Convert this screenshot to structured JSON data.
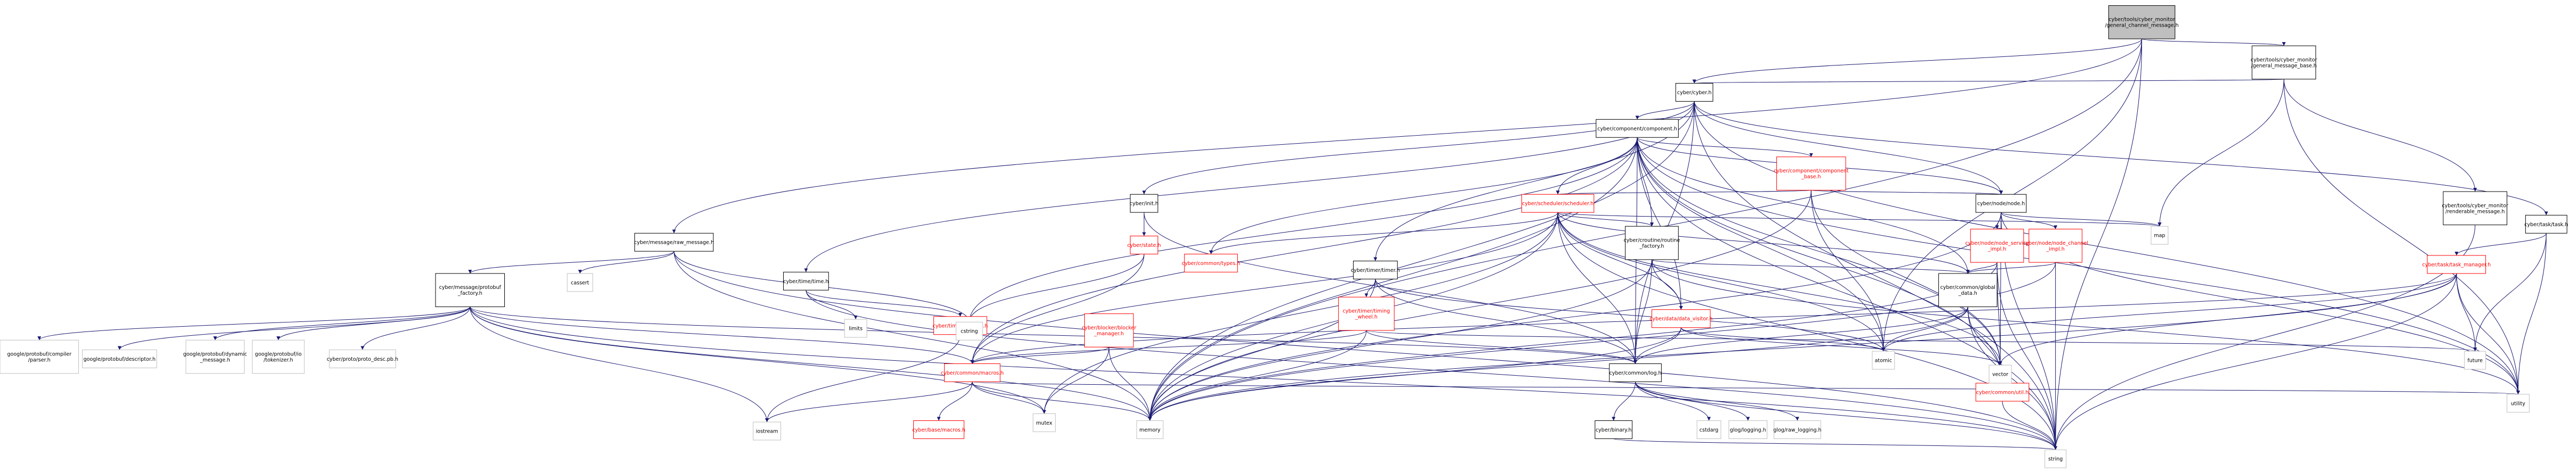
{
  "colors": {
    "edge": "#191970",
    "root_fill": "#bfbfbf",
    "node_fill": "#ffffff",
    "node_border": "#000000",
    "missing_border": "#bfbfbf",
    "red_border": "#ff0000",
    "red_text": "#ff0000"
  },
  "nodes": [
    {
      "id": "root",
      "lines": [
        "cyber/tools/cyber_monitor",
        "/general_channel_message.h"
      ],
      "style": "root"
    },
    {
      "id": "cyber_h",
      "lines": [
        "cyber/cyber.h"
      ],
      "style": "normal"
    },
    {
      "id": "gmb",
      "lines": [
        "cyber/tools/cyber_monitor",
        "/general_message_base.h"
      ],
      "style": "normal"
    },
    {
      "id": "renderable",
      "lines": [
        "cyber/tools/cyber_monitor",
        "/renderable_message.h"
      ],
      "style": "normal"
    },
    {
      "id": "component",
      "lines": [
        "cyber/component/component.h"
      ],
      "style": "normal"
    },
    {
      "id": "comp_base",
      "lines": [
        "cyber/component/component",
        "_base.h"
      ],
      "style": "red"
    },
    {
      "id": "node_h",
      "lines": [
        "cyber/node/node.h"
      ],
      "style": "normal"
    },
    {
      "id": "task_h",
      "lines": [
        "cyber/task/task.h"
      ],
      "style": "normal"
    },
    {
      "id": "task_mgr",
      "lines": [
        "cyber/task/task_manager.h"
      ],
      "style": "red"
    },
    {
      "id": "init_h",
      "lines": [
        "cyber/init.h"
      ],
      "style": "normal"
    },
    {
      "id": "state_h",
      "lines": [
        "cyber/state.h"
      ],
      "style": "red"
    },
    {
      "id": "sched",
      "lines": [
        "cyber/scheduler/scheduler.h"
      ],
      "style": "red"
    },
    {
      "id": "types_h",
      "lines": [
        "cyber/common/types.h"
      ],
      "style": "red"
    },
    {
      "id": "routine",
      "lines": [
        "cyber/croutine/routine",
        "_factory.h"
      ],
      "style": "normal"
    },
    {
      "id": "timer_h",
      "lines": [
        "cyber/timer/timer.h"
      ],
      "style": "normal"
    },
    {
      "id": "timing_wheel",
      "lines": [
        "cyber/timer/timing",
        "_wheel.h"
      ],
      "style": "red"
    },
    {
      "id": "node_service",
      "lines": [
        "cyber/node/node_service",
        "_impl.h"
      ],
      "style": "red"
    },
    {
      "id": "node_channel",
      "lines": [
        "cyber/node/node_channel",
        "_impl.h"
      ],
      "style": "red"
    },
    {
      "id": "global_data",
      "lines": [
        "cyber/common/global",
        "_data.h"
      ],
      "style": "normal"
    },
    {
      "id": "data_visitor",
      "lines": [
        "cyber/data/data_visitor.h"
      ],
      "style": "red"
    },
    {
      "id": "raw_message",
      "lines": [
        "cyber/message/raw_message.h"
      ],
      "style": "normal"
    },
    {
      "id": "protobuf_factory",
      "lines": [
        "cyber/message/protobuf",
        "_factory.h"
      ],
      "style": "normal"
    },
    {
      "id": "time_h",
      "lines": [
        "cyber/time/time.h"
      ],
      "style": "normal"
    },
    {
      "id": "duration_h",
      "lines": [
        "cyber/time/duration.h"
      ],
      "style": "red"
    },
    {
      "id": "blocker",
      "lines": [
        "cyber/blocker/blocker",
        "_manager.h"
      ],
      "style": "red"
    },
    {
      "id": "macros",
      "lines": [
        "cyber/common/macros.h"
      ],
      "style": "red"
    },
    {
      "id": "base_macros",
      "lines": [
        "cyber/base/macros.h"
      ],
      "style": "red"
    },
    {
      "id": "log_h",
      "lines": [
        "cyber/common/log.h"
      ],
      "style": "normal"
    },
    {
      "id": "binary_h",
      "lines": [
        "cyber/binary.h"
      ],
      "style": "normal"
    },
    {
      "id": "util_h",
      "lines": [
        "cyber/common/util.h"
      ],
      "style": "red"
    },
    {
      "id": "compiler_parser",
      "lines": [
        "google/protobuf/compiler",
        "/parser.h"
      ],
      "style": "missing"
    },
    {
      "id": "descriptor",
      "lines": [
        "google/protobuf/descriptor.h"
      ],
      "style": "missing"
    },
    {
      "id": "dynamic_message",
      "lines": [
        "google/protobuf/dynamic",
        "_message.h"
      ],
      "style": "missing"
    },
    {
      "id": "tokenizer",
      "lines": [
        "google/protobuf/io",
        "/tokenizer.h"
      ],
      "style": "missing"
    },
    {
      "id": "proto_desc",
      "lines": [
        "cyber/proto/proto_desc.pb.h"
      ],
      "style": "missing"
    },
    {
      "id": "cassert",
      "lines": [
        "cassert"
      ],
      "style": "missing"
    },
    {
      "id": "cstring",
      "lines": [
        "cstring"
      ],
      "style": "missing"
    },
    {
      "id": "limits",
      "lines": [
        "limits"
      ],
      "style": "missing"
    },
    {
      "id": "iostream",
      "lines": [
        "iostream"
      ],
      "style": "missing"
    },
    {
      "id": "mutex",
      "lines": [
        "mutex"
      ],
      "style": "missing"
    },
    {
      "id": "memory",
      "lines": [
        "memory"
      ],
      "style": "missing"
    },
    {
      "id": "cstdarg",
      "lines": [
        "cstdarg"
      ],
      "style": "missing"
    },
    {
      "id": "glog_logging",
      "lines": [
        "glog/logging.h"
      ],
      "style": "missing"
    },
    {
      "id": "glog_raw",
      "lines": [
        "glog/raw_logging.h"
      ],
      "style": "missing"
    },
    {
      "id": "atomic",
      "lines": [
        "atomic"
      ],
      "style": "missing"
    },
    {
      "id": "vector",
      "lines": [
        "vector"
      ],
      "style": "missing"
    },
    {
      "id": "map",
      "lines": [
        "map"
      ],
      "style": "missing"
    },
    {
      "id": "future",
      "lines": [
        "future"
      ],
      "style": "missing"
    },
    {
      "id": "utility",
      "lines": [
        "utility"
      ],
      "style": "missing"
    },
    {
      "id": "string",
      "lines": [
        "string"
      ],
      "style": "missing"
    }
  ],
  "edges": [
    [
      "root",
      "cyber_h"
    ],
    [
      "root",
      "gmb"
    ],
    [
      "root",
      "raw_message"
    ],
    [
      "root",
      "atomic"
    ],
    [
      "root",
      "string"
    ],
    [
      "root",
      "memory"
    ],
    [
      "gmb",
      "cyber_h"
    ],
    [
      "gmb",
      "renderable"
    ],
    [
      "gmb",
      "map"
    ],
    [
      "gmb",
      "utility"
    ],
    [
      "renderable",
      "string"
    ],
    [
      "cyber_h",
      "component"
    ],
    [
      "cyber_h",
      "init_h"
    ],
    [
      "cyber_h",
      "node_h"
    ],
    [
      "cyber_h",
      "task_h"
    ],
    [
      "cyber_h",
      "time_h"
    ],
    [
      "cyber_h",
      "timer_h"
    ],
    [
      "cyber_h",
      "log_h"
    ],
    [
      "cyber_h",
      "memory"
    ],
    [
      "cyber_h",
      "string"
    ],
    [
      "cyber_h",
      "utility"
    ],
    [
      "component",
      "comp_base"
    ],
    [
      "component",
      "sched"
    ],
    [
      "component",
      "routine"
    ],
    [
      "component",
      "data_visitor"
    ],
    [
      "component",
      "node_h"
    ],
    [
      "component",
      "types_h"
    ],
    [
      "component",
      "macros"
    ],
    [
      "component",
      "log_h"
    ],
    [
      "component",
      "global_data"
    ],
    [
      "component",
      "util_h"
    ],
    [
      "component",
      "memory"
    ],
    [
      "component",
      "vector"
    ],
    [
      "component",
      "utility"
    ],
    [
      "component",
      "string"
    ],
    [
      "component",
      "atomic"
    ],
    [
      "component",
      "cstring"
    ],
    [
      "comp_base",
      "node_h"
    ],
    [
      "comp_base",
      "sched"
    ],
    [
      "comp_base",
      "atomic"
    ],
    [
      "comp_base",
      "vector"
    ],
    [
      "comp_base",
      "memory"
    ],
    [
      "node_h",
      "node_service"
    ],
    [
      "node_h",
      "node_channel"
    ],
    [
      "node_h",
      "map"
    ],
    [
      "node_h",
      "memory"
    ],
    [
      "node_h",
      "string"
    ],
    [
      "node_h",
      "utility"
    ],
    [
      "node_h",
      "vector"
    ],
    [
      "node_service",
      "global_data"
    ],
    [
      "node_service",
      "vector"
    ],
    [
      "node_service",
      "memory"
    ],
    [
      "node_service",
      "string"
    ],
    [
      "node_channel",
      "global_data"
    ],
    [
      "node_channel",
      "string"
    ],
    [
      "node_channel",
      "memory"
    ],
    [
      "task_h",
      "task_mgr"
    ],
    [
      "task_h",
      "future"
    ],
    [
      "task_h",
      "utility"
    ],
    [
      "task_mgr",
      "macros"
    ],
    [
      "task_mgr",
      "future"
    ],
    [
      "task_mgr",
      "utility"
    ],
    [
      "task_mgr",
      "string"
    ],
    [
      "task_mgr",
      "vector"
    ],
    [
      "task_mgr",
      "atomic"
    ],
    [
      "task_mgr",
      "memory"
    ],
    [
      "init_h",
      "state_h"
    ],
    [
      "init_h",
      "log_h"
    ],
    [
      "state_h",
      "cstring"
    ],
    [
      "state_h",
      "macros"
    ],
    [
      "sched",
      "routine"
    ],
    [
      "sched",
      "data_visitor"
    ],
    [
      "sched",
      "types_h"
    ],
    [
      "sched",
      "global_data"
    ],
    [
      "sched",
      "log_h"
    ],
    [
      "sched",
      "macros"
    ],
    [
      "sched",
      "map"
    ],
    [
      "sched",
      "memory"
    ],
    [
      "sched",
      "string"
    ],
    [
      "sched",
      "vector"
    ],
    [
      "sched",
      "atomic"
    ],
    [
      "sched",
      "mutex"
    ],
    [
      "routine",
      "data_visitor"
    ],
    [
      "routine",
      "global_data"
    ],
    [
      "routine",
      "log_h"
    ],
    [
      "routine",
      "memory"
    ],
    [
      "routine",
      "utility"
    ],
    [
      "timer_h",
      "timing_wheel"
    ],
    [
      "timer_h",
      "log_h"
    ],
    [
      "timer_h",
      "memory"
    ],
    [
      "timer_h",
      "atomic"
    ],
    [
      "timing_wheel",
      "log_h"
    ],
    [
      "timing_wheel",
      "macros"
    ],
    [
      "timing_wheel",
      "memory"
    ],
    [
      "timing_wheel",
      "future"
    ],
    [
      "global_data",
      "util_h"
    ],
    [
      "global_data",
      "log_h"
    ],
    [
      "global_data",
      "string"
    ],
    [
      "global_data",
      "memory"
    ],
    [
      "global_data",
      "atomic"
    ],
    [
      "data_visitor",
      "log_h"
    ],
    [
      "data_visitor",
      "memory"
    ],
    [
      "data_visitor",
      "vector"
    ],
    [
      "data_visitor",
      "atomic"
    ],
    [
      "util_h",
      "string"
    ],
    [
      "raw_message",
      "protobuf_factory"
    ],
    [
      "raw_message",
      "cassert"
    ],
    [
      "raw_message",
      "cstring"
    ],
    [
      "raw_message",
      "memory"
    ],
    [
      "raw_message",
      "string"
    ],
    [
      "protobuf_factory",
      "compiler_parser"
    ],
    [
      "protobuf_factory",
      "descriptor"
    ],
    [
      "protobuf_factory",
      "dynamic_message"
    ],
    [
      "protobuf_factory",
      "tokenizer"
    ],
    [
      "protobuf_factory",
      "proto_desc"
    ],
    [
      "protobuf_factory",
      "macros"
    ],
    [
      "protobuf_factory",
      "log_h"
    ],
    [
      "protobuf_factory",
      "iostream"
    ],
    [
      "protobuf_factory",
      "memory"
    ],
    [
      "protobuf_factory",
      "mutex"
    ],
    [
      "protobuf_factory",
      "string"
    ],
    [
      "time_h",
      "duration_h"
    ],
    [
      "time_h",
      "limits"
    ],
    [
      "time_h",
      "string"
    ],
    [
      "duration_h",
      "iostream"
    ],
    [
      "blocker",
      "macros"
    ],
    [
      "blocker",
      "mutex"
    ],
    [
      "blocker",
      "memory"
    ],
    [
      "macros",
      "base_macros"
    ],
    [
      "macros",
      "iostream"
    ],
    [
      "macros",
      "memory"
    ],
    [
      "macros",
      "mutex"
    ],
    [
      "macros",
      "utility"
    ],
    [
      "log_h",
      "binary_h"
    ],
    [
      "log_h",
      "cstdarg"
    ],
    [
      "log_h",
      "glog_logging"
    ],
    [
      "log_h",
      "glog_raw"
    ],
    [
      "log_h",
      "string"
    ],
    [
      "binary_h",
      "string"
    ]
  ]
}
